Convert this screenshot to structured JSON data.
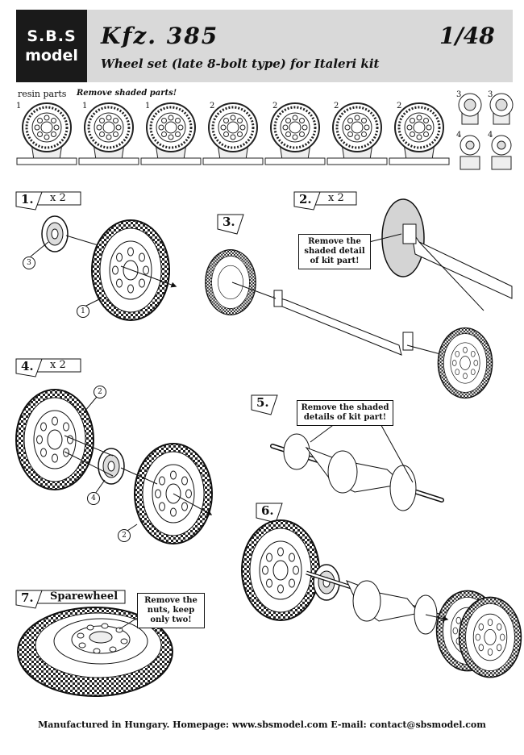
{
  "header": {
    "logo_line1": "S.B.S",
    "logo_line2": "model",
    "title": "Kfz. 385",
    "scale": "1/48",
    "subtitle": "Wheel set (late 8-bolt type) for Italeri kit"
  },
  "parts": {
    "label": "resin parts",
    "note": "Remove shaded parts!",
    "wheel_numbers": [
      "1",
      "1",
      "1",
      "2",
      "2",
      "2",
      "2"
    ],
    "small_numbers": [
      "3",
      "3",
      "4",
      "4"
    ]
  },
  "steps": [
    {
      "number": "1.",
      "qty": "x 2",
      "part_refs": [
        "3",
        "1"
      ]
    },
    {
      "number": "2.",
      "qty": "x 2",
      "callout": [
        "Remove the",
        "shaded detail",
        "of kit part!"
      ]
    },
    {
      "number": "3."
    },
    {
      "number": "4.",
      "qty": "x 2",
      "part_refs": [
        "2",
        "4",
        "2"
      ]
    },
    {
      "number": "5.",
      "callout": [
        "Remove the shaded",
        "details of kit part!"
      ]
    },
    {
      "number": "6."
    },
    {
      "number": "7.",
      "label": "Sparewheel",
      "callout": [
        "Remove the",
        "nuts, keep",
        "only two!"
      ]
    }
  ],
  "footer": "Manufactured in Hungary.  Homepage: www.sbsmodel.com  E-mail: contact@sbsmodel.com"
}
